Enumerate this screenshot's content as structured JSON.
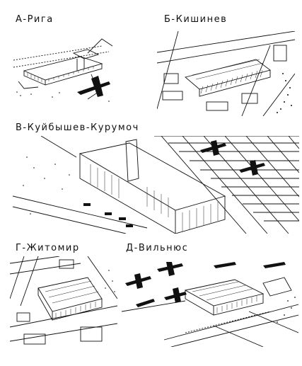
{
  "panels": [
    {
      "id": "a",
      "label": "А-Рига"
    },
    {
      "id": "b",
      "label": "Б-Кишинев"
    },
    {
      "id": "c",
      "label": "В-Куйбышев-Курумоч"
    },
    {
      "id": "d",
      "label": "Г-Житомир"
    },
    {
      "id": "e",
      "label": "Д-Вильнюс"
    }
  ],
  "colors": {
    "ink": "#111111",
    "paper": "#ffffff"
  }
}
